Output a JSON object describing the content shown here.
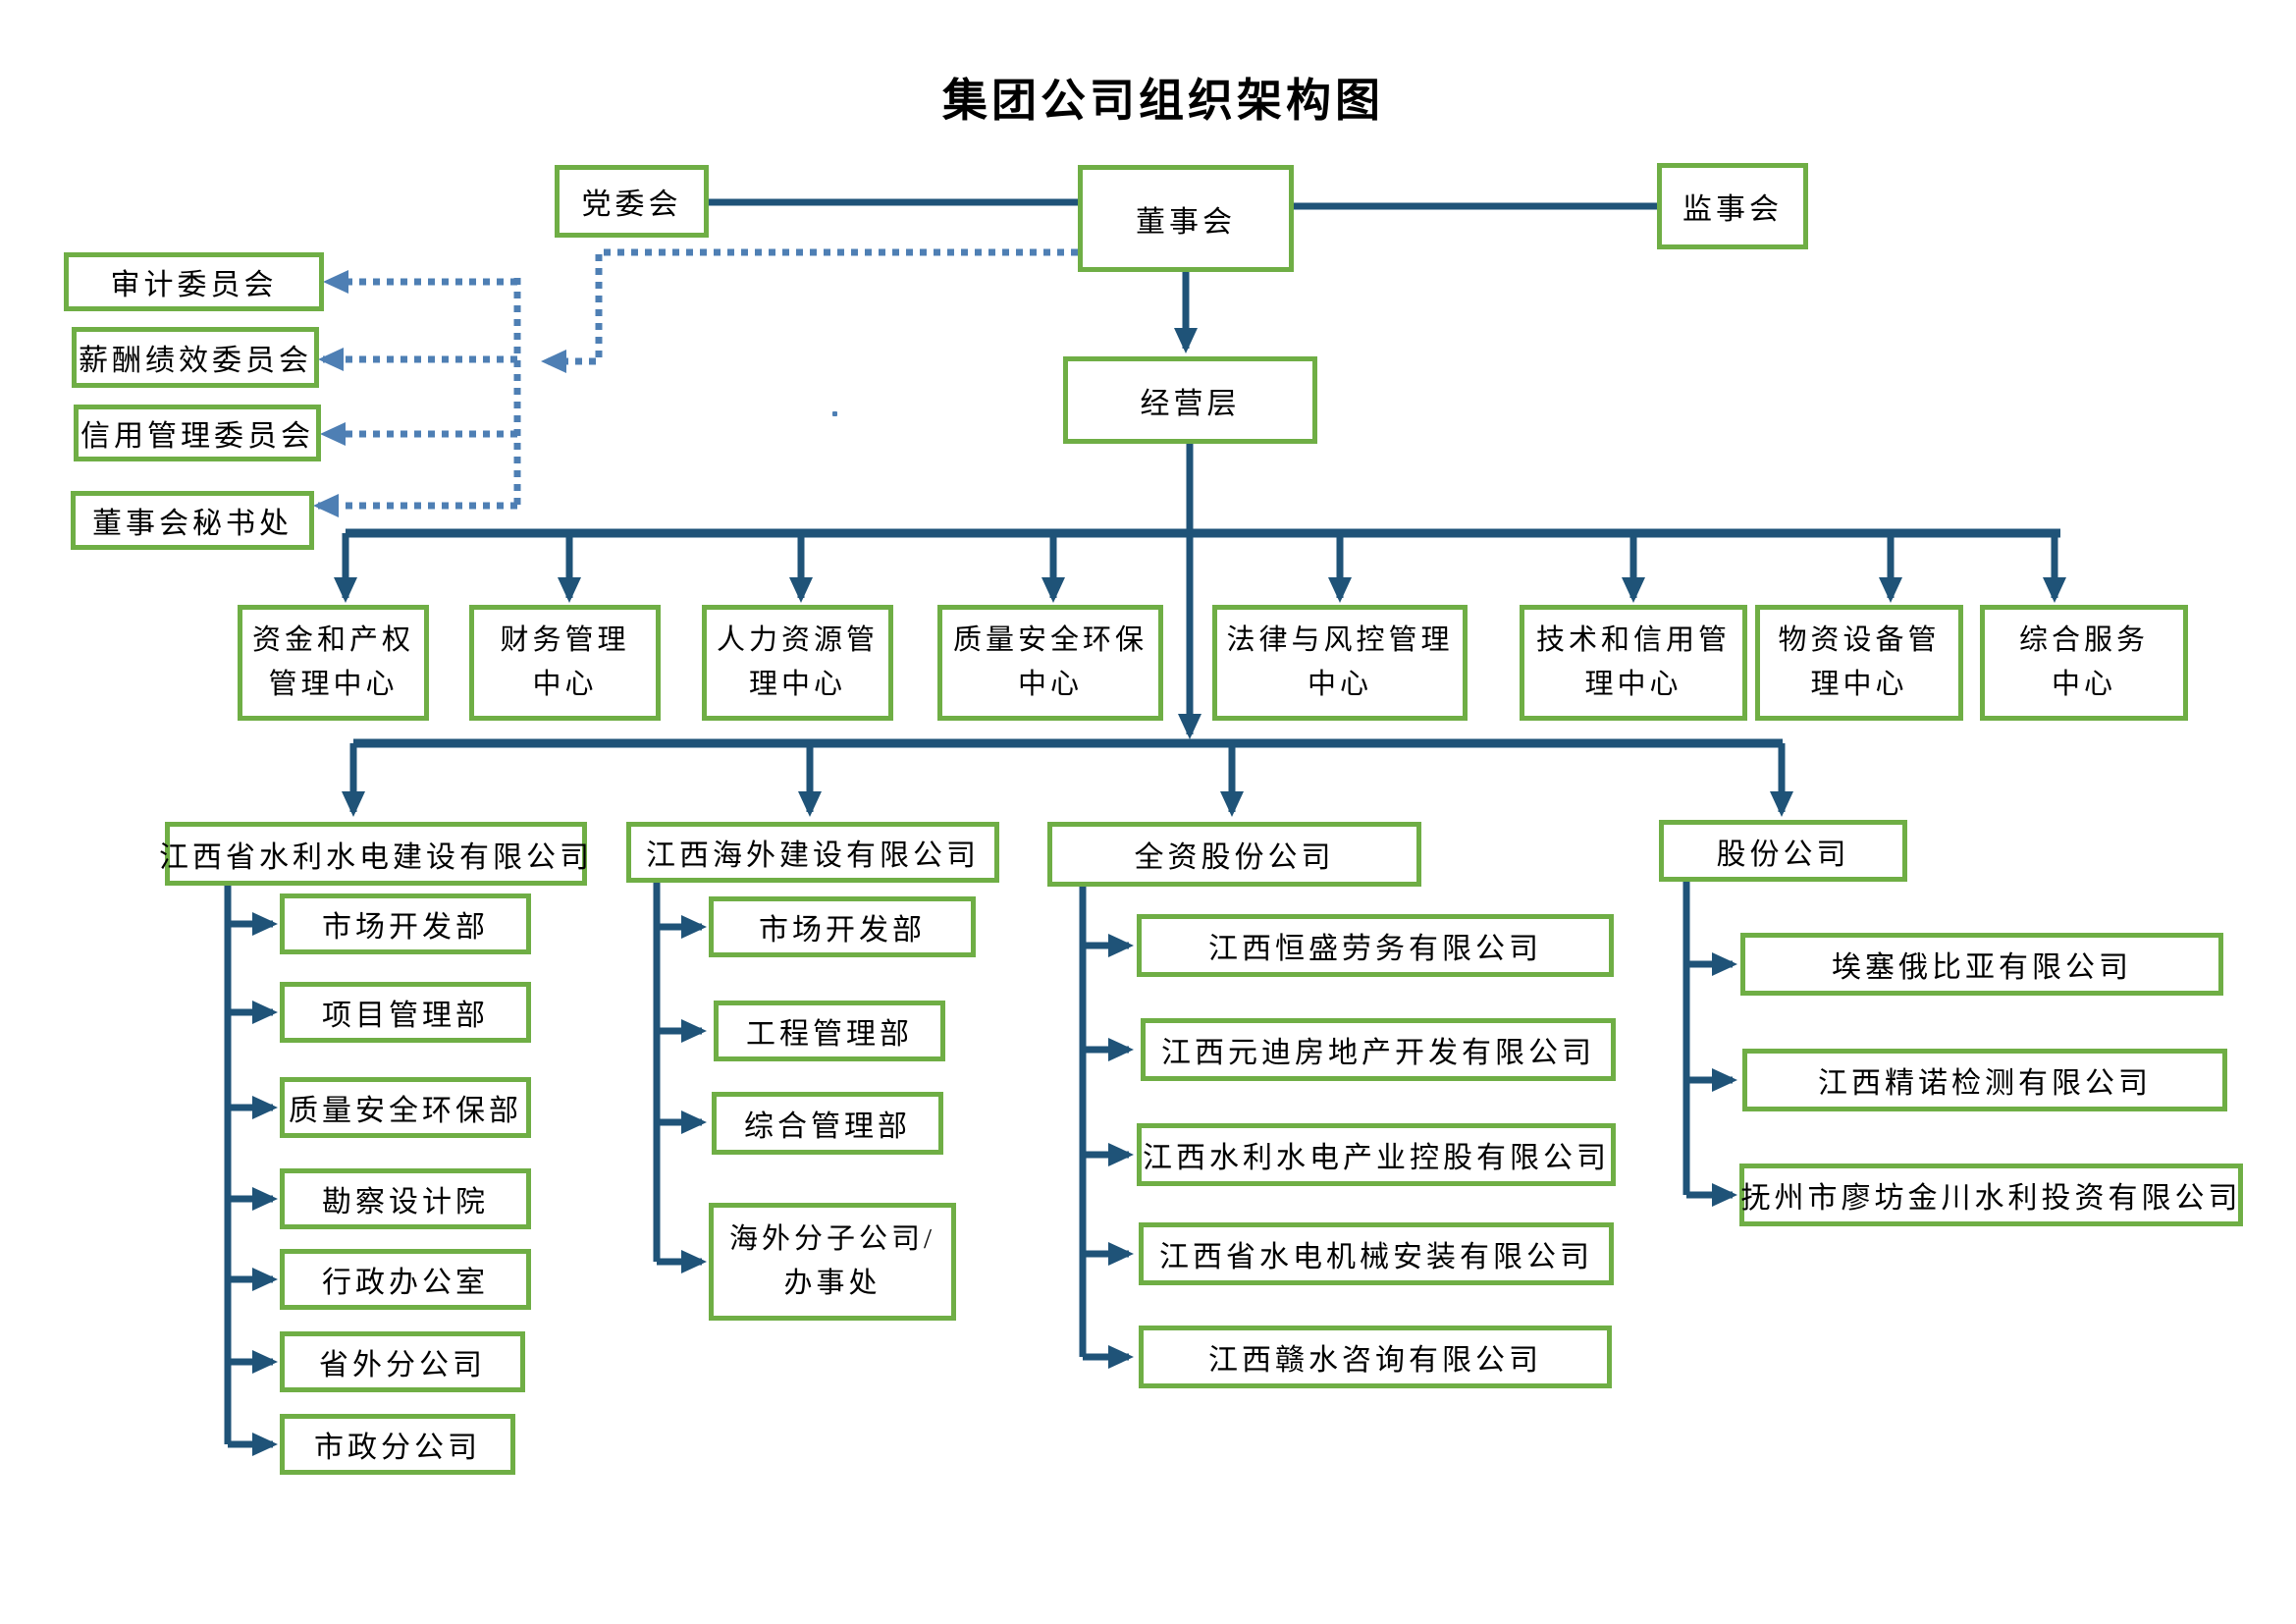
{
  "title": "集团公司组织架构图",
  "colors": {
    "green": "#6fae45",
    "line": "#1f5378",
    "dotted": "#4e7fb4",
    "text": "#000000",
    "bg": "#ffffff"
  },
  "top": {
    "party": "党委会",
    "board": "董事会",
    "supervisory": "监事会",
    "management": "经营层"
  },
  "committees": [
    "审计委员会",
    "薪酬绩效委员会",
    "信用管理委员会",
    "董事会秘书处"
  ],
  "centers": [
    {
      "lines": [
        "资金和产权",
        "管理中心"
      ]
    },
    {
      "lines": [
        "财务管理",
        "中心"
      ]
    },
    {
      "lines": [
        "人力资源管",
        "理中心"
      ]
    },
    {
      "lines": [
        "质量安全环保",
        "中心"
      ]
    },
    {
      "lines": [
        "法律与风控管理",
        "中心"
      ]
    },
    {
      "lines": [
        "技术和信用管",
        "理中心"
      ]
    },
    {
      "lines": [
        "物资设备管",
        "理中心"
      ]
    },
    {
      "lines": [
        "综合服务",
        "中心"
      ]
    }
  ],
  "groups": [
    {
      "name": "江西省水利水电建设有限公司",
      "children": [
        {
          "lines": [
            "市场开发部"
          ]
        },
        {
          "lines": [
            "项目管理部"
          ]
        },
        {
          "lines": [
            "质量安全环保部"
          ]
        },
        {
          "lines": [
            "勘察设计院"
          ]
        },
        {
          "lines": [
            "行政办公室"
          ]
        },
        {
          "lines": [
            "省外分公司"
          ]
        },
        {
          "lines": [
            "市政分公司"
          ]
        }
      ]
    },
    {
      "name": "江西海外建设有限公司",
      "children": [
        {
          "lines": [
            "市场开发部"
          ]
        },
        {
          "lines": [
            "工程管理部"
          ]
        },
        {
          "lines": [
            "综合管理部"
          ]
        },
        {
          "lines": [
            "海外分子公司/",
            "办事处"
          ]
        }
      ]
    },
    {
      "name": "全资股份公司",
      "children": [
        {
          "lines": [
            "江西恒盛劳务有限公司"
          ]
        },
        {
          "lines": [
            "江西元迪房地产开发有限公司"
          ]
        },
        {
          "lines": [
            "江西水利水电产业控股有限公司"
          ]
        },
        {
          "lines": [
            "江西省水电机械安装有限公司"
          ]
        },
        {
          "lines": [
            "江西赣水咨询有限公司"
          ]
        }
      ]
    },
    {
      "name": "股份公司",
      "children": [
        {
          "lines": [
            "埃塞俄比亚有限公司"
          ]
        },
        {
          "lines": [
            "江西精诺检测有限公司"
          ]
        },
        {
          "lines": [
            "抚州市廖坊金川水利投资有限公司"
          ]
        }
      ]
    }
  ]
}
